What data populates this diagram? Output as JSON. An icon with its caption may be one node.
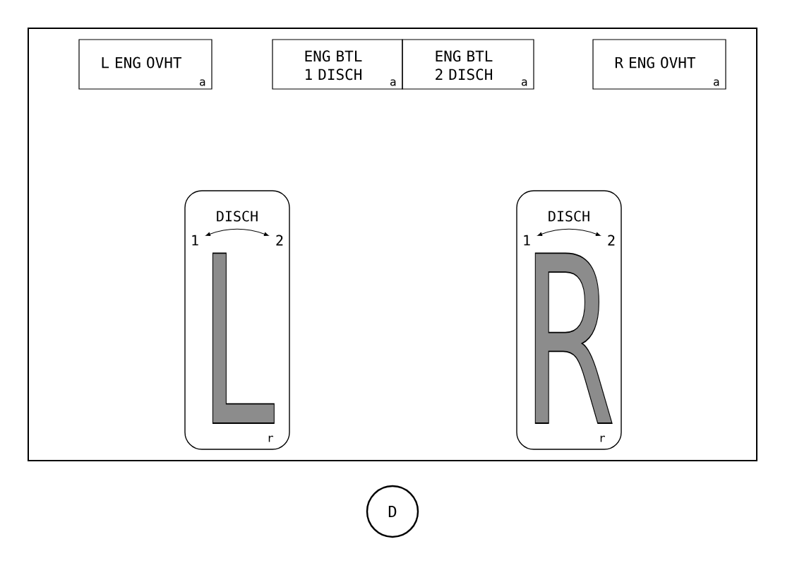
{
  "diagram": {
    "nodes": [
      {
        "text": [],
        "shape": "box"
      },
      {
        "text": [
          "L ENG OVHT",
          "a"
        ],
        "in": 0
      },
      {
        "text": [
          "ENG BTL 1 DISCH",
          "a"
        ],
        "in": 0
      },
      {
        "text": [
          "ENG BTL 2 DISCH",
          "a"
        ],
        "in": 0
      },
      {
        "text": [
          "R ENG OVHT",
          "a"
        ],
        "in": 0
      },
      {
        "text": [
          "DISCH",
          "1",
          "2",
          "L",
          "r"
        ],
        "in": 0
      },
      {
        "text": [
          "DISCH",
          "1",
          "2",
          "R",
          "r"
        ],
        "in": 0
      },
      {
        "text": [
          "D"
        ]
      }
    ],
    "edges": []
  }
}
